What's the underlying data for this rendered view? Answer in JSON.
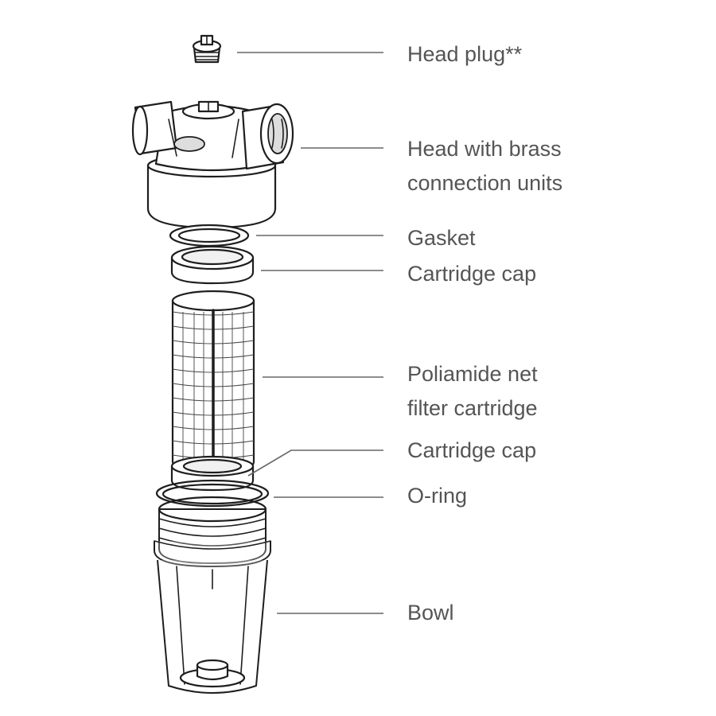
{
  "labels": {
    "head_plug": "Head plug**",
    "head_line1": "Head with brass",
    "head_line2": "connection units",
    "gasket": "Gasket",
    "cartridge_cap_top": "Cartridge cap",
    "filter_line1": "Poliamide net",
    "filter_line2": "filter cartridge",
    "cartridge_cap_bottom": "Cartridge cap",
    "o_ring": "O-ring",
    "bowl": "Bowl"
  }
}
